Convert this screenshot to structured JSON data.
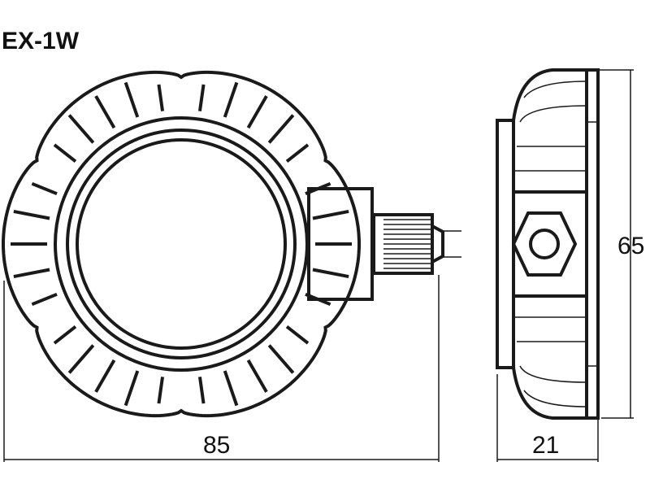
{
  "title": "EX-1W",
  "dimensions": {
    "width": "85",
    "depth": "21",
    "height": "65"
  }
}
